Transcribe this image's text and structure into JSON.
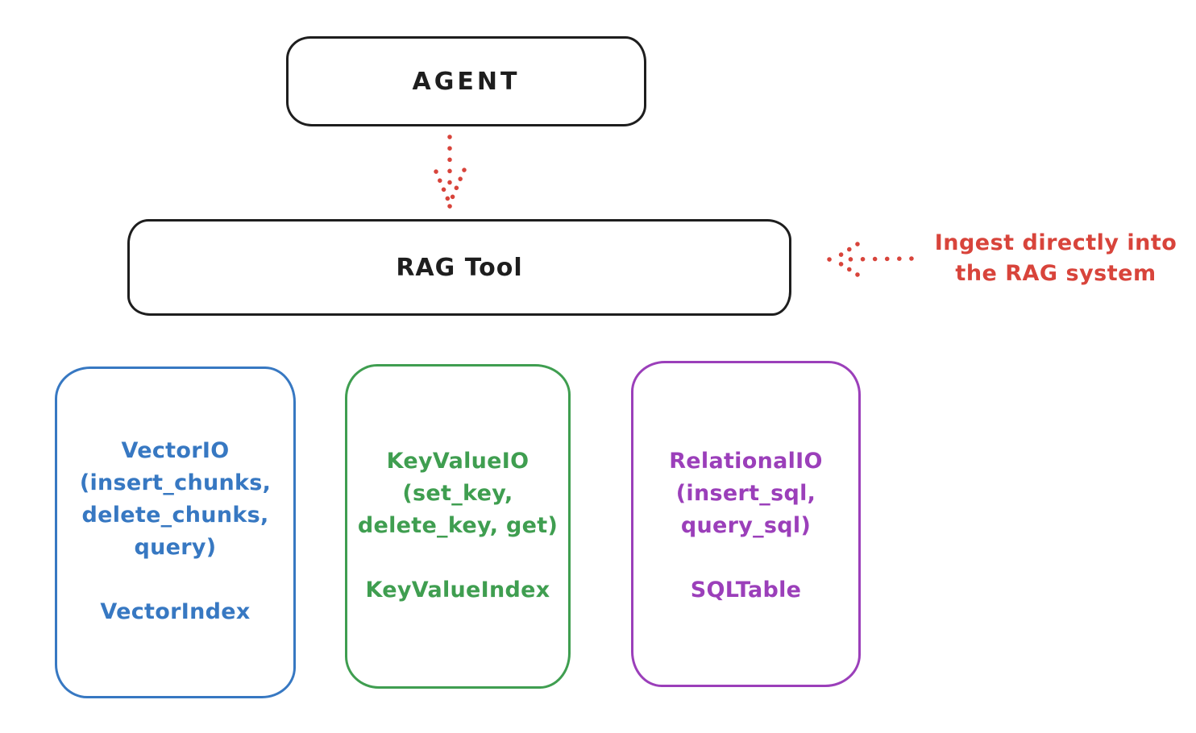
{
  "diagram": {
    "agent": {
      "label": "AGENT"
    },
    "rag_tool": {
      "label": "RAG Tool"
    },
    "annotation": {
      "line1": "Ingest directly into",
      "line2": "the RAG system"
    },
    "boxes": {
      "vector": {
        "title_lines": [
          "VectorIO",
          "(insert_chunks,",
          "delete_chunks,",
          "query)"
        ],
        "footer": "VectorIndex"
      },
      "keyvalue": {
        "title_lines": [
          "KeyValueIO",
          "(set_key,",
          "delete_key, get)"
        ],
        "footer": "KeyValueIndex"
      },
      "relational": {
        "title_lines": [
          "RelationalIO",
          "(insert_sql,",
          "query_sql)"
        ],
        "footer": "SQLTable"
      }
    },
    "colors": {
      "stroke": "#1e1e1e",
      "arrow_red": "#d8443b",
      "vector_blue": "#3778c2",
      "keyvalue_green": "#3f9e50",
      "relational_purple": "#9b3fba",
      "background": "#ffffff"
    }
  }
}
